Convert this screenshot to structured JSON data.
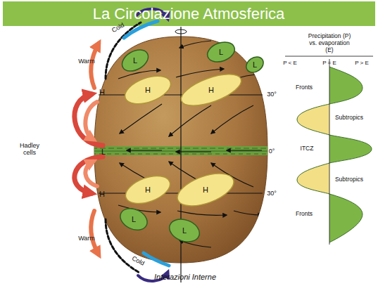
{
  "diagram": {
    "title": "La Circolazione Atmosferica",
    "caption": "Interazioni Interne",
    "nodes": [
      {
        "text": [
          "L"
        ]
      },
      {
        "text": [
          "L"
        ]
      },
      {
        "text": [
          "L"
        ]
      },
      {
        "text": [
          "H"
        ]
      },
      {
        "text": [
          "H"
        ]
      },
      {
        "text": [
          "H"
        ]
      },
      {
        "text": [
          "H"
        ]
      },
      {
        "text": [
          "L"
        ]
      },
      {
        "text": [
          "L"
        ]
      }
    ],
    "labels": [
      "Cold",
      "Warm",
      "H",
      "L",
      "Hadley cells",
      "H",
      "Warm",
      "Cold",
      "30°",
      "0°",
      "30°",
      "Precipitation (P) vs. evaporation (E)",
      "P < E",
      "P = E",
      "P > E",
      "Fronts",
      "Subtropics",
      "ITCZ",
      "Subtropics",
      "Fronts"
    ]
  }
}
